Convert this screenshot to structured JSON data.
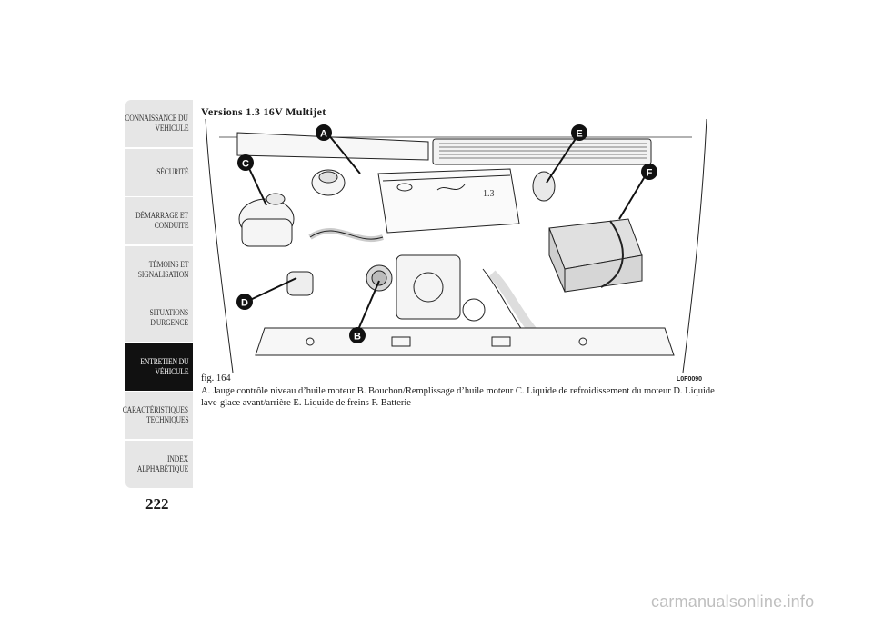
{
  "sidebar": {
    "tabs": [
      {
        "line1": "CONNAISSANCE DU",
        "line2": "VÉHICULE"
      },
      {
        "line1": "SÉCURITÉ",
        "line2": ""
      },
      {
        "line1": "DÉMARRAGE ET",
        "line2": "CONDUITE"
      },
      {
        "line1": "TÉMOINS ET",
        "line2": "SIGNALISATION"
      },
      {
        "line1": "SITUATIONS",
        "line2": "D'URGENCE"
      },
      {
        "line1": "ENTRETIEN DU",
        "line2": "VÉHICULE"
      },
      {
        "line1": "CARACTÉRISTIQUES",
        "line2": "TECHNIQUES"
      },
      {
        "line1": "INDEX",
        "line2": "ALPHABÉTIQUE"
      }
    ],
    "active_index": 5
  },
  "page_number": "222",
  "section_title": "Versions 1.3 16V Multijet",
  "figure": {
    "callouts": [
      "A",
      "B",
      "C",
      "D",
      "E",
      "F"
    ],
    "engine_badge": "1.3",
    "label": "fig. 164",
    "code": "L0F0090"
  },
  "caption": "A. Jauge contrôle niveau d’huile moteur B. Bouchon/Remplissage d’huile moteur C. Liquide de refroidissement du moteur D. Liquide lave-glace avant/arrière E. Liquide de freins F. Batterie",
  "watermark": "carmanualsonline.info"
}
